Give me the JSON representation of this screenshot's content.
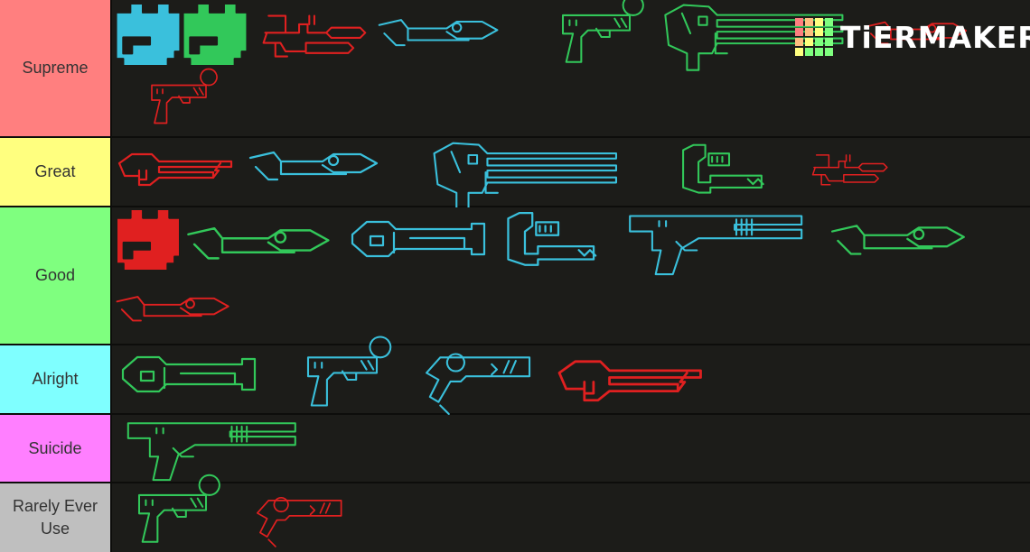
{
  "tiers": [
    {
      "label": "Supreme",
      "color": "#ff7f7f",
      "items": [
        {
          "shape": "fist",
          "color": "#3ac0dc"
        },
        {
          "shape": "fist",
          "color": "#32c85a"
        },
        {
          "shape": "chainsaw",
          "color": "#e02020"
        },
        {
          "shape": "harpoon",
          "color": "#3ac0dc"
        },
        {
          "shape": "pistol",
          "color": "#32c85a"
        },
        {
          "shape": "cannon",
          "color": "#32c85a"
        },
        {
          "shape": "harpoon",
          "color": "#e02020"
        },
        {
          "shape": "pistol",
          "color": "#e02020"
        }
      ]
    },
    {
      "label": "Great",
      "color": "#ffff7f",
      "items": [
        {
          "shape": "rifle",
          "color": "#e02020"
        },
        {
          "shape": "harpoon",
          "color": "#3ac0dc"
        },
        {
          "shape": "cannon",
          "color": "#3ac0dc"
        },
        {
          "shape": "arm",
          "color": "#32c85a"
        },
        {
          "shape": "chainsaw",
          "color": "#e02020"
        }
      ]
    },
    {
      "label": "Good",
      "color": "#7fff7f",
      "items": [
        {
          "shape": "fist",
          "color": "#e02020"
        },
        {
          "shape": "harpoon",
          "color": "#32c85a"
        },
        {
          "shape": "barrel",
          "color": "#3ac0dc"
        },
        {
          "shape": "arm",
          "color": "#3ac0dc"
        },
        {
          "shape": "shotgun",
          "color": "#3ac0dc"
        },
        {
          "shape": "harpoon",
          "color": "#32c85a"
        },
        {
          "shape": "harpoon",
          "color": "#e02020"
        }
      ]
    },
    {
      "label": "Alright",
      "color": "#7fffff",
      "items": [
        {
          "shape": "barrel",
          "color": "#32c85a"
        },
        {
          "shape": "pistol",
          "color": "#3ac0dc"
        },
        {
          "shape": "revolver",
          "color": "#3ac0dc"
        },
        {
          "shape": "rifle",
          "color": "#e02020"
        }
      ]
    },
    {
      "label": "Suicide",
      "color": "#ff7fff",
      "items": [
        {
          "shape": "shotgun",
          "color": "#32c85a"
        }
      ]
    },
    {
      "label": "Rarely Ever Use",
      "color": "#bfbfbf",
      "items": [
        {
          "shape": "pistol",
          "color": "#32c85a"
        },
        {
          "shape": "revolver",
          "color": "#e02020"
        }
      ]
    }
  ],
  "watermark": {
    "text": "TiERMAKER",
    "grid_colors": [
      "#ff7f7f",
      "#ffbf7f",
      "#ffff7f",
      "#7fff7f",
      "#ff7f7f",
      "#ffbf7f",
      "#ffff7f",
      "#7fff7f",
      "#ffbf7f",
      "#ffff7f",
      "#7fff7f",
      "#7fff7f",
      "#ffff7f",
      "#7fff7f",
      "#7fff7f",
      "#7fff7f"
    ]
  }
}
